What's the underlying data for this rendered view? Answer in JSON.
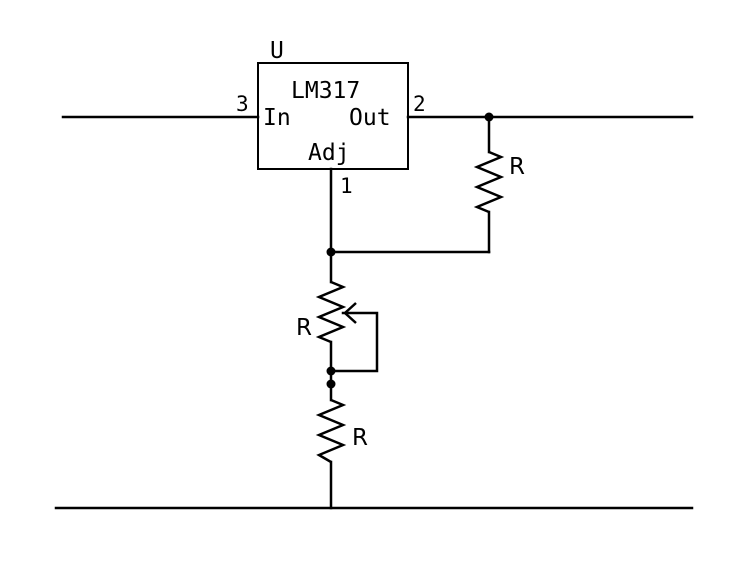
{
  "regulator": {
    "designator": "U",
    "part": "LM317",
    "pins": {
      "in": {
        "number": "3",
        "name": "In"
      },
      "out": {
        "number": "2",
        "name": "Out"
      },
      "adj": {
        "number": "1",
        "name": "Adj"
      }
    }
  },
  "resistors": {
    "r_feedback": {
      "label": "R"
    },
    "r_pot": {
      "label": "R"
    },
    "r_bottom": {
      "label": "R"
    }
  },
  "colors": {
    "ink": "#000000",
    "background": "#ffffff"
  }
}
